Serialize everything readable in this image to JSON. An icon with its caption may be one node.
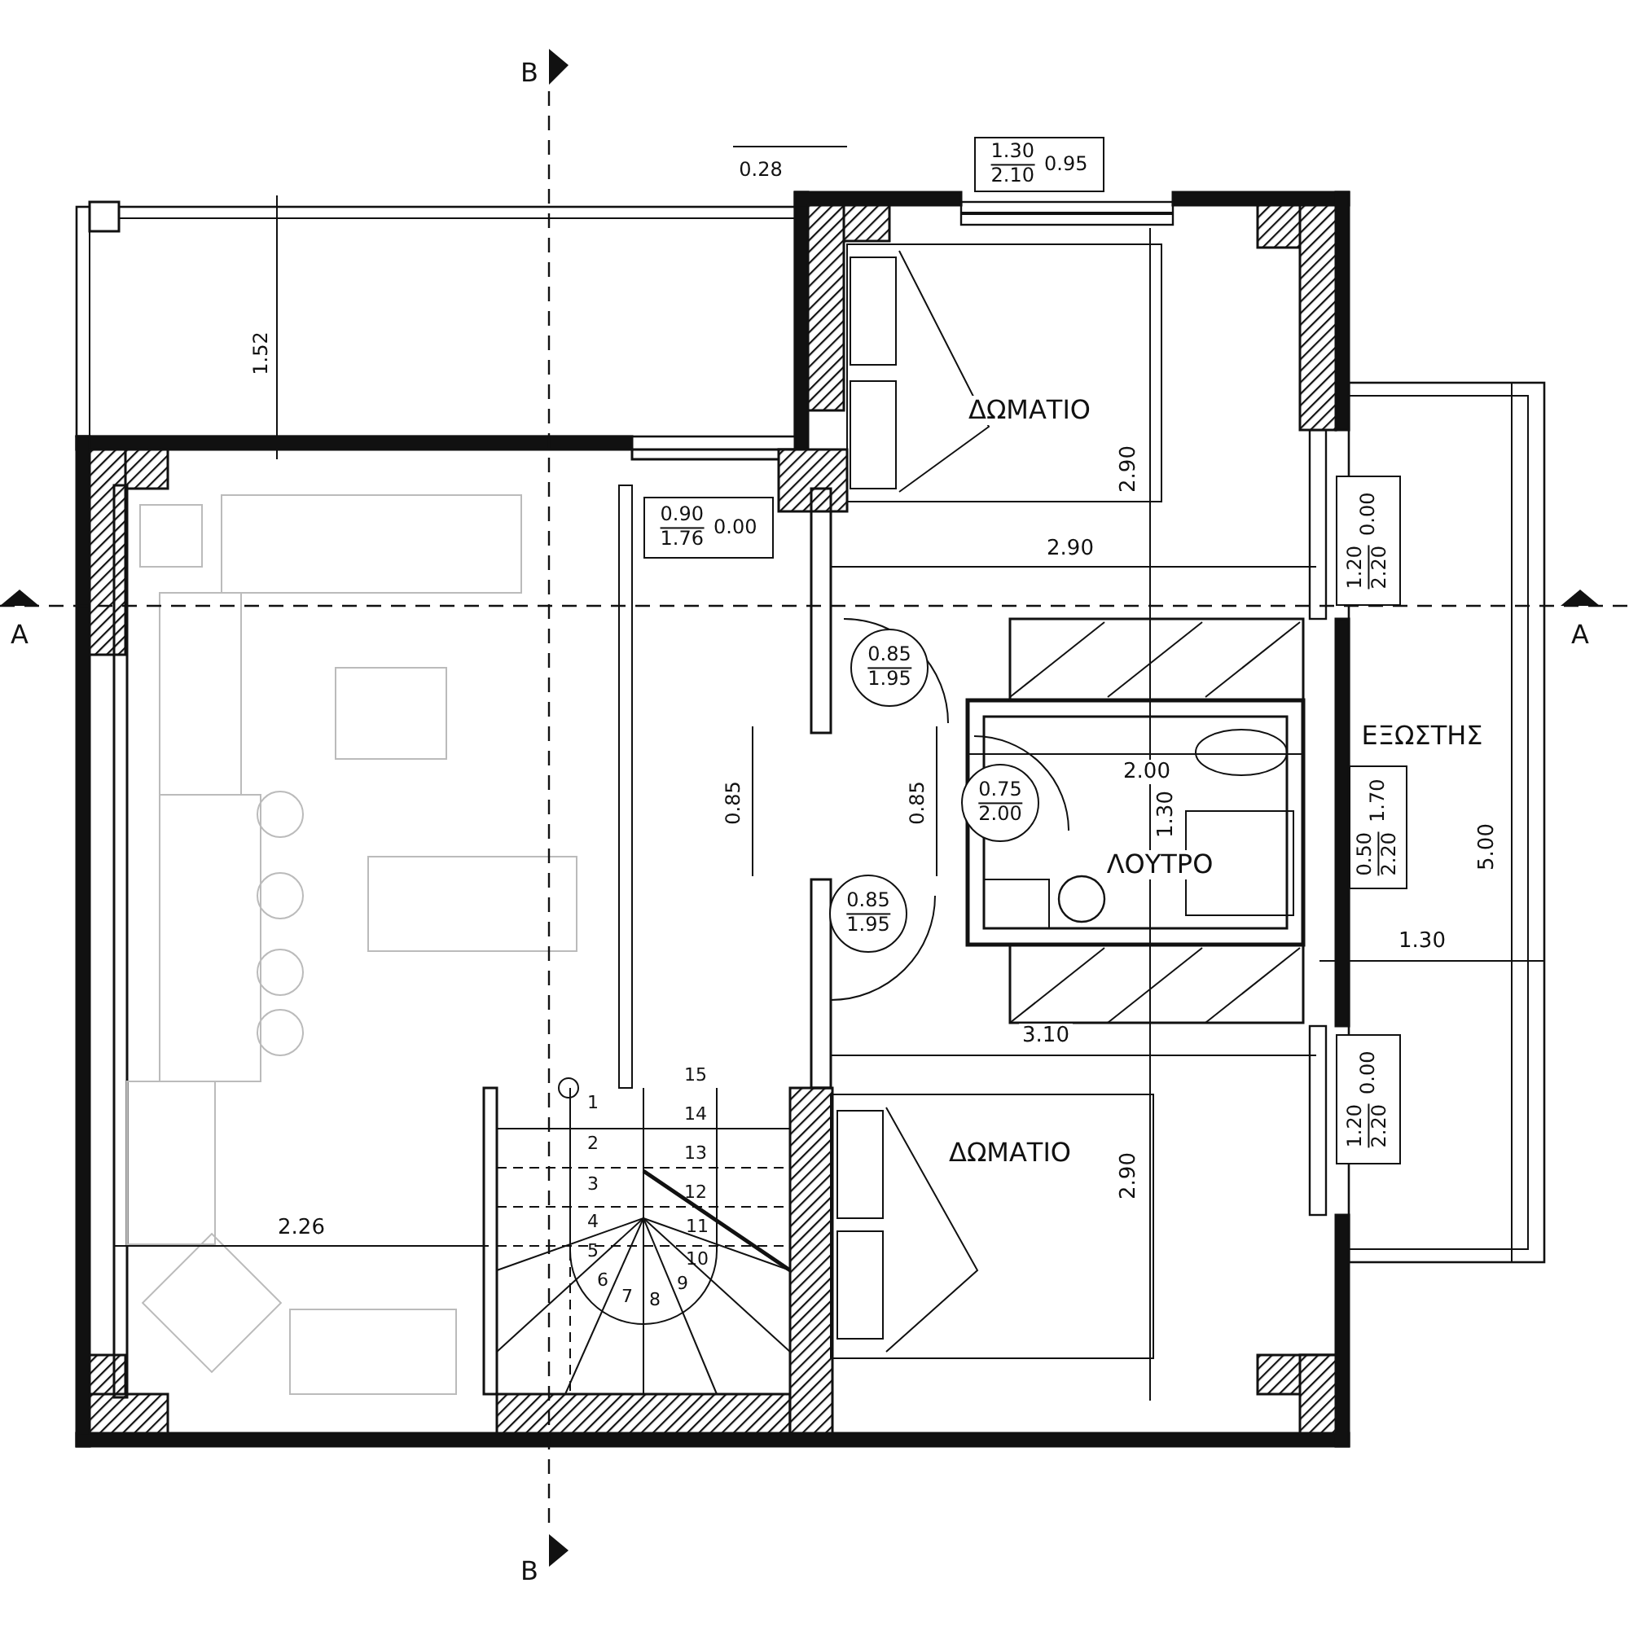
{
  "diagram": {
    "nodes": [
      {
        "text": [
          "1.30",
          "2.10",
          "0.95"
        ]
      },
      {
        "text": [
          "0.90",
          "1.76",
          "0.00"
        ]
      },
      {
        "text": [
          "1.20",
          "2.20",
          "0.00"
        ]
      },
      {
        "text": [
          "0.85",
          "1.95"
        ]
      },
      {
        "text": [
          "0.75",
          "2.00"
        ]
      },
      {
        "text": [
          "0.50",
          "2.20",
          "1.70"
        ]
      },
      {
        "text": [
          "0.85",
          "1.95"
        ]
      },
      {
        "text": [
          "1.20",
          "2.20",
          "0.00"
        ]
      }
    ],
    "labels": [
      "B",
      "0.28",
      "1.52",
      "ΔΩΜΑΤΙΟ",
      "2.90",
      "2.90",
      "A",
      "A",
      "2.00",
      "ΕΞΩΣΤΗΣ",
      "0.85",
      "0.85",
      "1.30",
      "5.00",
      "ΛΟΥΤΡΟ",
      "1.30",
      "3.10",
      "15",
      "1",
      "14",
      "2",
      "13",
      "ΔΩΜΑΤΙΟ",
      "3",
      "12",
      "2.90",
      "4",
      "11",
      "2.26",
      "5",
      "10",
      "6",
      "9",
      "7",
      "8",
      "B"
    ]
  }
}
